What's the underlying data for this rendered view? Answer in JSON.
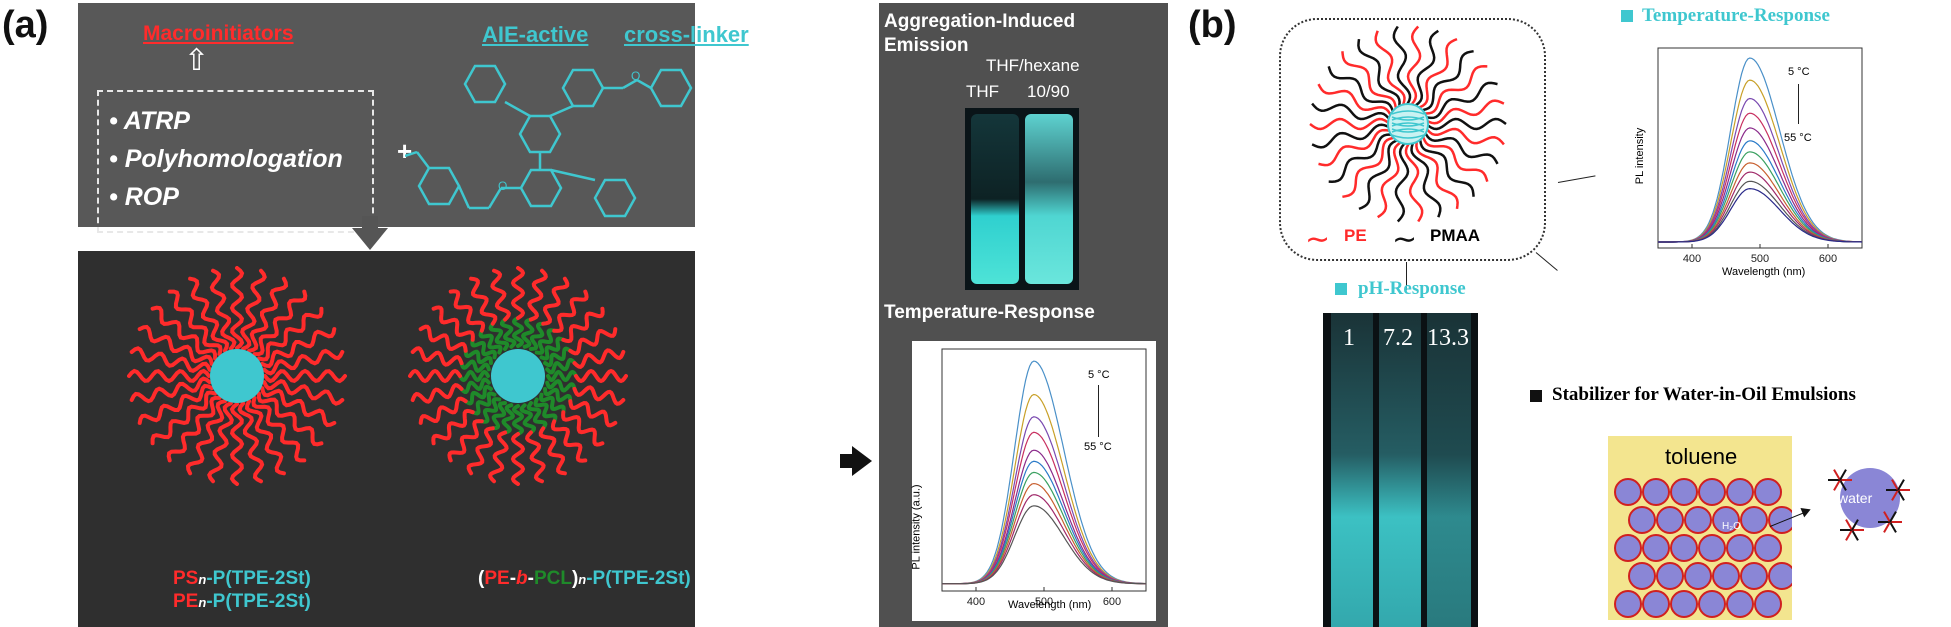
{
  "panel_a": {
    "label": "(a)",
    "macroinitiators": "Macroinitiators",
    "aie_active": "AIE-active",
    "cross_linker": "cross-linker",
    "methods": [
      "ATRP",
      "Polyhomologation",
      "ROP"
    ],
    "plus": "+",
    "structure1": {
      "l1a": "PS",
      "l1b": "n",
      "l1c": "-P(TPE-2St)",
      "l2a": "PE",
      "l2b": "n",
      "l2c": "-P(TPE-2St)"
    },
    "structure2": {
      "open": "(",
      "pe": "PE",
      "dash1": "-",
      "b": "b",
      "dash2": "-",
      "pcl": "PCL",
      "close": ")",
      "n": "n",
      "tail": "-P(TPE-2St)"
    },
    "aie_title": "Aggregation-Induced Emission",
    "thf_label": "THF",
    "thf_hexane": "THF/hexane",
    "ratio": "10/90",
    "temp_title": "Temperature-Response",
    "plot": {
      "ylabel": "PL intensity (a.u.)",
      "xlabel": "Wavelength (nm)",
      "ticks": [
        "400",
        "500",
        "600"
      ],
      "top_temp": "5 °C",
      "bottom_temp": "55 °C"
    }
  },
  "panel_b": {
    "label": "(b)",
    "pe": "PE",
    "pmaa": "PMAA",
    "temp_title": "Temperature-Response",
    "ph_title": "pH-Response",
    "stabilizer": "Stabilizer for Water-in-Oil Emulsions",
    "ph_values": [
      "1",
      "7.2",
      "13.3"
    ],
    "toluene": "toluene",
    "water": "water",
    "h2o": "H₂O",
    "plot": {
      "ylabel": "PL intensity",
      "xlabel": "Wavelength (nm)",
      "ticks": [
        "400",
        "500",
        "600"
      ],
      "top_temp": "5 °C",
      "bottom_temp": "55 °C"
    }
  },
  "colors": {
    "cyan": "#3fc7cf",
    "red": "#ff2b2b",
    "green": "#1f8a2a",
    "dark_panel": "#2f2f2f",
    "mid_panel": "#585858",
    "toluene_bg": "#f3e58f",
    "droplet": "#8a86d6"
  },
  "chart_data": [
    {
      "type": "line",
      "title": "",
      "xlabel": "Wavelength (nm)",
      "ylabel": "PL intensity (a.u.)",
      "xlim": [
        350,
        650
      ],
      "series_note": "",
      "peak_x": 485,
      "peak_values": [
        1.0,
        0.85,
        0.75,
        0.68,
        0.6,
        0.55,
        0.5,
        0.45,
        0.4,
        0.35
      ]
    },
    {
      "type": "line",
      "title": "",
      "xlabel": "Wavelength (nm)",
      "ylabel": "PL intensity",
      "xlim": [
        350,
        650
      ],
      "peak_x": 485,
      "peak_values": [
        1.0,
        0.88,
        0.78,
        0.7,
        0.62,
        0.55,
        0.49,
        0.43,
        0.38,
        0.33,
        0.29
      ]
    }
  ]
}
